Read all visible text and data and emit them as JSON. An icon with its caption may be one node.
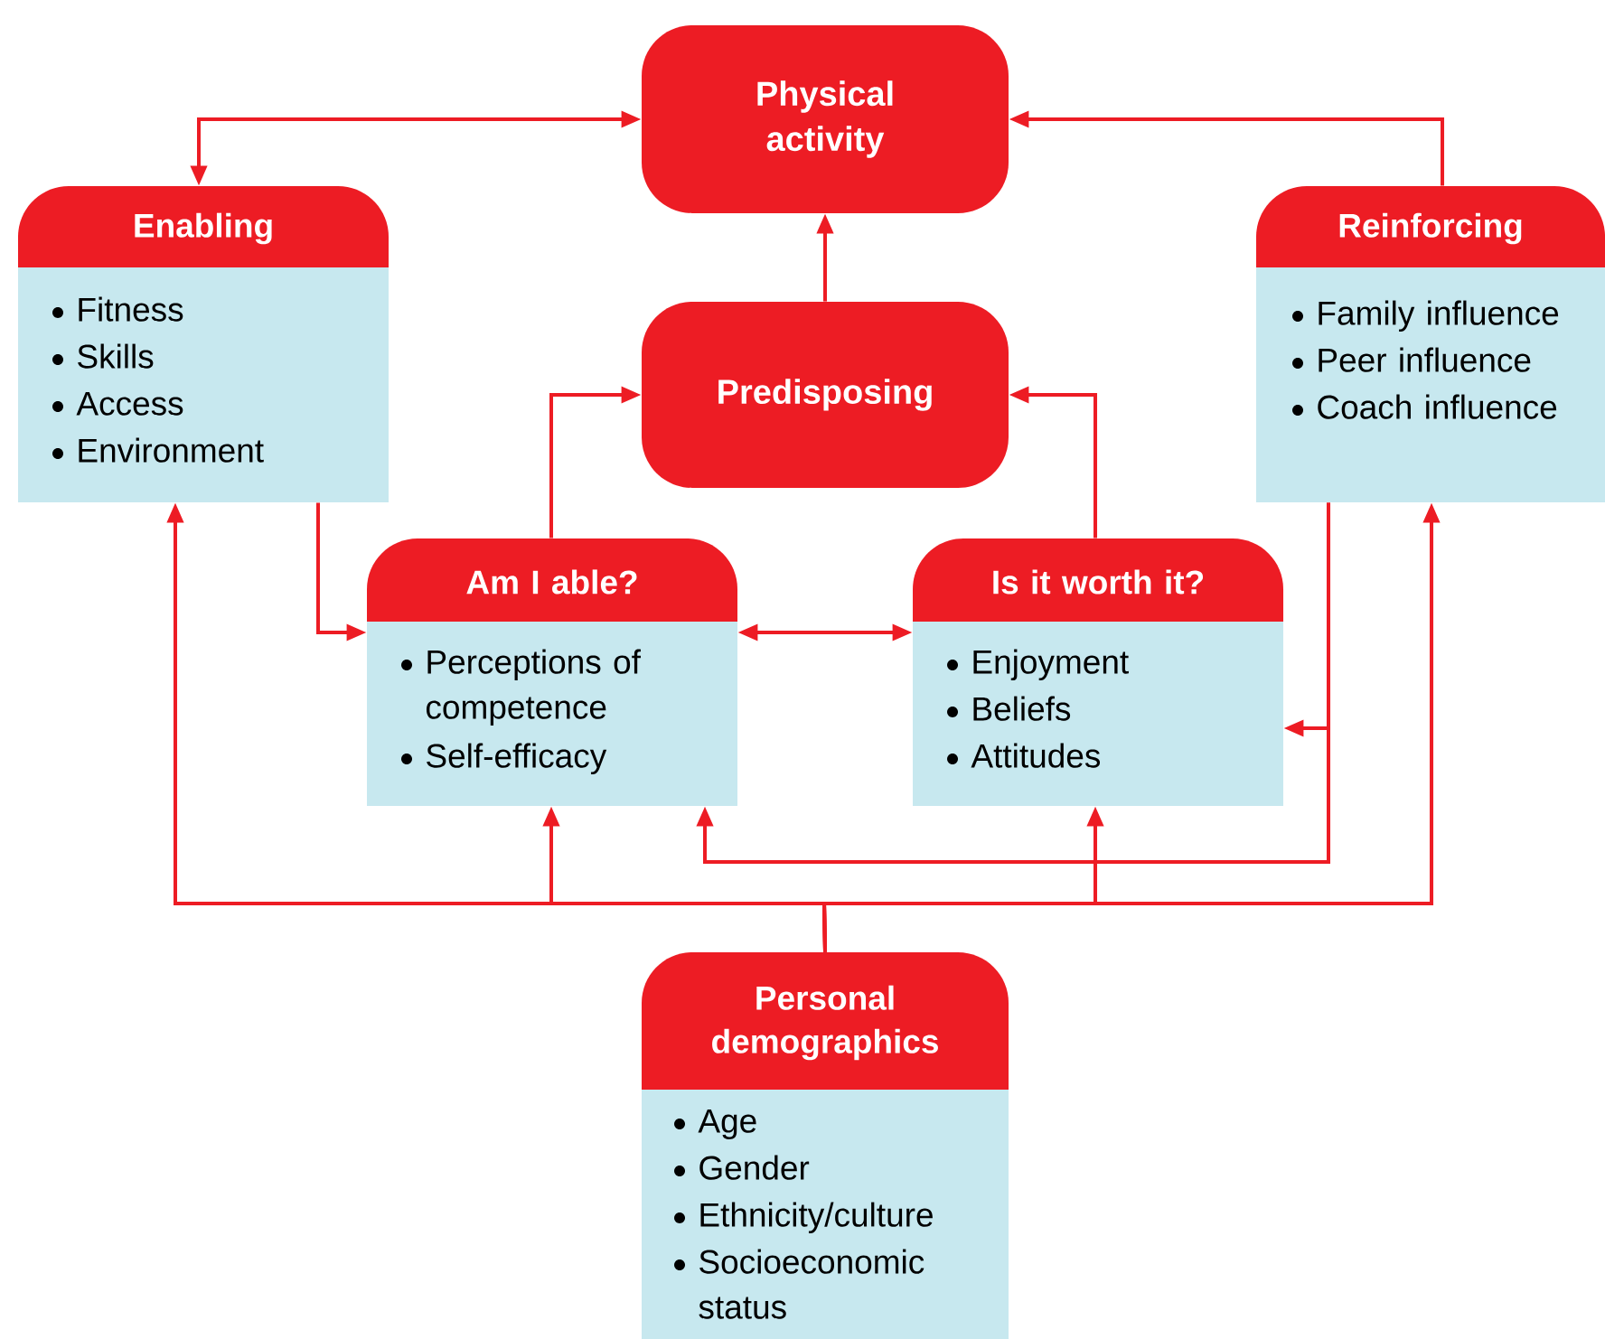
{
  "diagram": {
    "nodes": [
      {
        "text": [
          "Physical activity"
        ]
      },
      {
        "text": [
          "Enabling",
          "Fitness",
          "Skills",
          "Access",
          "Environment"
        ]
      },
      {
        "text": [
          "Reinforcing",
          "Family influence",
          "Peer influence",
          "Coach influence"
        ]
      },
      {
        "text": [
          "Predisposing"
        ]
      },
      {
        "text": [
          "Am I able?",
          "Perceptions of competence",
          "Self-efficacy"
        ]
      },
      {
        "text": [
          "Is it worth it?",
          "Enjoyment",
          "Beliefs",
          "Attitudes"
        ]
      },
      {
        "text": [
          "Personal demographics",
          "Age",
          "Gender",
          "Ethnicity/culture",
          "Socioeconomic status"
        ]
      }
    ],
    "edges": [
      {
        "from": 1,
        "to": 0,
        "arrow": "both"
      },
      {
        "from": 2,
        "to": 0,
        "arrow": "to"
      },
      {
        "from": 3,
        "to": 0,
        "arrow": "to"
      },
      {
        "from": 4,
        "to": 3,
        "arrow": "to"
      },
      {
        "from": 5,
        "to": 3,
        "arrow": "to"
      },
      {
        "from": 1,
        "to": 4,
        "arrow": "to"
      },
      {
        "from": 4,
        "to": 5,
        "arrow": "both"
      },
      {
        "from": 2,
        "to": 5,
        "arrow": "to"
      },
      {
        "from": 2,
        "to": 4,
        "arrow": "to"
      },
      {
        "from": 6,
        "to": 1,
        "arrow": "to"
      },
      {
        "from": 6,
        "to": 4,
        "arrow": "to"
      },
      {
        "from": 6,
        "to": 5,
        "arrow": "to"
      },
      {
        "from": 6,
        "to": 2,
        "arrow": "to"
      }
    ]
  }
}
